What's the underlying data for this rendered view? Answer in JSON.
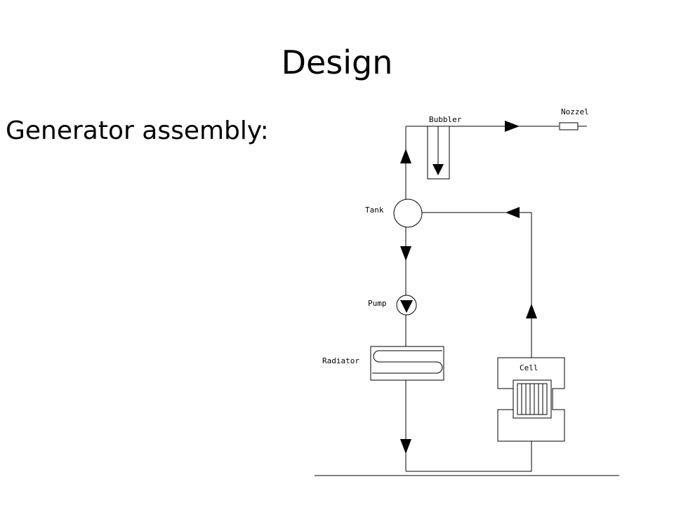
{
  "slide": {
    "title": "Design",
    "subtitle": "Generator assembly:"
  },
  "diagram": {
    "labels": {
      "bubbler": "Bubbler",
      "nozzel": "Nozzel",
      "tank": "Tank",
      "pump": "Pump",
      "radiator": "Radiator",
      "cell": "Cell"
    },
    "line_color": "#000000"
  }
}
